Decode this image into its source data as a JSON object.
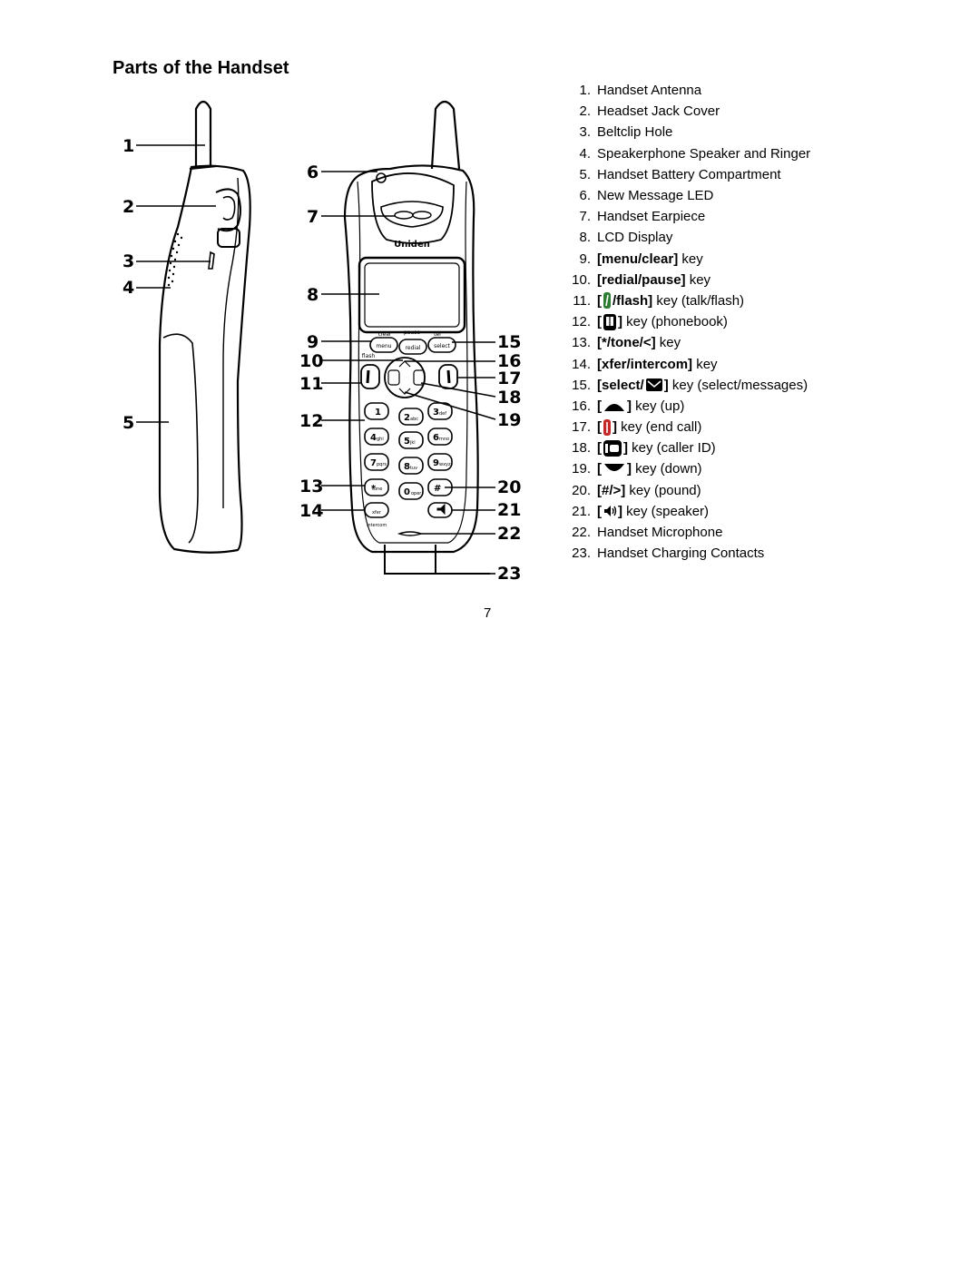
{
  "page": {
    "title": "Parts of the Handset",
    "page_number": "7"
  },
  "figure": {
    "brand": "Uniden",
    "callouts": [
      "1",
      "2",
      "3",
      "4",
      "5",
      "6",
      "7",
      "8",
      "9",
      "10",
      "11",
      "12",
      "13",
      "14",
      "15",
      "16",
      "17",
      "18",
      "19",
      "20",
      "21",
      "22",
      "23"
    ],
    "key_labels": {
      "clear": "clear",
      "pause": "pause",
      "tel": "tel",
      "menu": "menu",
      "redial": "redial",
      "select": "select",
      "flash": "flash",
      "intercom": "intercom",
      "xfer": "xfer",
      "tone": "tone",
      "oper": "oper"
    },
    "keypad": {
      "k1": "1",
      "k2": "2",
      "k2s": "abc",
      "k3": "3",
      "k3s": "def",
      "k4": "4",
      "k4s": "ghi",
      "k5": "5",
      "k5s": "jkl",
      "k6": "6",
      "k6s": "mno",
      "k7": "7",
      "k7s": "pqrs",
      "k8": "8",
      "k8s": "tuv",
      "k9": "9",
      "k9s": "wxyz",
      "kstar": "*",
      "k0": "0",
      "khash": "#"
    }
  },
  "parts": {
    "p1": {
      "num": "1.",
      "label": "Handset Antenna"
    },
    "p2": {
      "num": "2.",
      "label": "Headset Jack Cover"
    },
    "p3": {
      "num": "3.",
      "label": "Beltclip Hole"
    },
    "p4": {
      "num": "4.",
      "label": "Speakerphone Speaker and Ringer"
    },
    "p5": {
      "num": "5.",
      "label": "Handset Battery Compartment"
    },
    "p6": {
      "num": "6.",
      "label": "New Message LED"
    },
    "p7": {
      "num": "7.",
      "label": "Handset Earpiece"
    },
    "p8": {
      "num": "8.",
      "label": "LCD Display"
    },
    "p9": {
      "num": "9.",
      "key": "[menu/clear]",
      "label": " key"
    },
    "p10": {
      "num": "10.",
      "key": "[redial/pause]",
      "label": " key"
    },
    "p11": {
      "num": "11.",
      "key_open": "[",
      "key_close": "/flash]",
      "label": " key (talk/flash)",
      "icon": "talk-icon"
    },
    "p12": {
      "num": "12.",
      "key_open": "[",
      "key_close": "]",
      "label": " key (phonebook)",
      "icon": "phonebook-icon"
    },
    "p13": {
      "num": "13.",
      "key": "[*/tone/<]",
      "label": " key"
    },
    "p14": {
      "num": "14.",
      "key": "[xfer/intercom]",
      "label": " key"
    },
    "p15": {
      "num": "15.",
      "key_open": "[select/",
      "key_close": "]",
      "label": " key (select/messages)",
      "icon": "envelope-icon"
    },
    "p16": {
      "num": "16.",
      "key_open": "[",
      "key_close": "]",
      "label": " key (up)",
      "icon": "up-arrow-icon"
    },
    "p17": {
      "num": "17.",
      "key_open": "[",
      "key_close": "]",
      "label": " key (end call)",
      "icon": "end-call-icon"
    },
    "p18": {
      "num": "18.",
      "key_open": "[",
      "key_close": "]",
      "label": " key (caller ID)",
      "icon": "caller-id-icon"
    },
    "p19": {
      "num": "19.",
      "key_open": "[",
      "key_close": "]",
      "label": " key (down)",
      "icon": "down-arrow-icon"
    },
    "p20": {
      "num": "20.",
      "key": "[#/>]",
      "label": " key (pound)"
    },
    "p21": {
      "num": "21.",
      "key_open": "[",
      "key_close": "]",
      "label": " key (speaker)",
      "icon": "speaker-icon"
    },
    "p22": {
      "num": "22.",
      "label": "Handset Microphone"
    },
    "p23": {
      "num": "23.",
      "label": "Handset Charging Contacts"
    }
  },
  "colors": {
    "talk_icon": "#2e7d32",
    "end_call_icon": "#c62828",
    "ink": "#000000"
  }
}
